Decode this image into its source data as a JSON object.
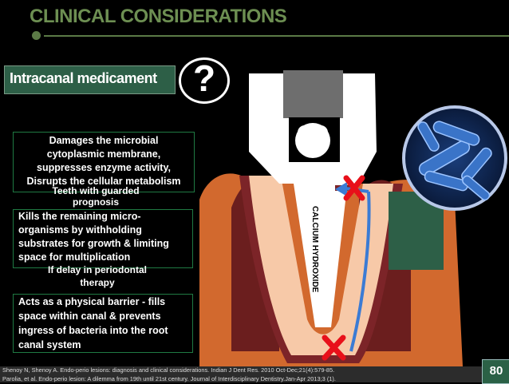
{
  "header": {
    "title": "CLINICAL CONSIDERATIONS"
  },
  "topic": {
    "label": "Intracanal medicament",
    "question_mark": "?"
  },
  "boxes": {
    "b1": [
      "Damages the microbial",
      "cytoplasmic membrane,",
      "suppresses enzyme activity,",
      "Disrupts the cellular metabolism"
    ],
    "b2": [
      "Teeth with guarded",
      "prognosis"
    ],
    "b3": [
      "Kills the remaining micro-",
      "organisms by withholding",
      "substrates for growth & limiting",
      "space for multiplication"
    ],
    "b4": [
      "If delay in periodontal",
      "therapy"
    ],
    "b5": [
      "Acts as a physical barrier - fills",
      "space within  canal & prevents",
      "ingress of bacteria into the root",
      "canal system"
    ]
  },
  "diagram": {
    "canal_label": "CALCIUM HYDROXIDE"
  },
  "footer": {
    "ref1": "Shenoy N, Shenoy A. Endo-perio lesions: diagnosis and clinical considerations. Indian J Dent Res. 2010 Oct-Dec;21(4):579-85.",
    "ref2": "Parolia, et al. Endo-perio lesion: A dilemma from 19th until 21st century. Journal of Interdisciplinary Dentistry.Jan-Apr 2013;3 (1).",
    "page_number": "80"
  },
  "colors": {
    "accent_green": "#6d8f52",
    "box_green": "#2d5f47",
    "cross_red": "#e8101a",
    "gum": "#d2692e"
  }
}
